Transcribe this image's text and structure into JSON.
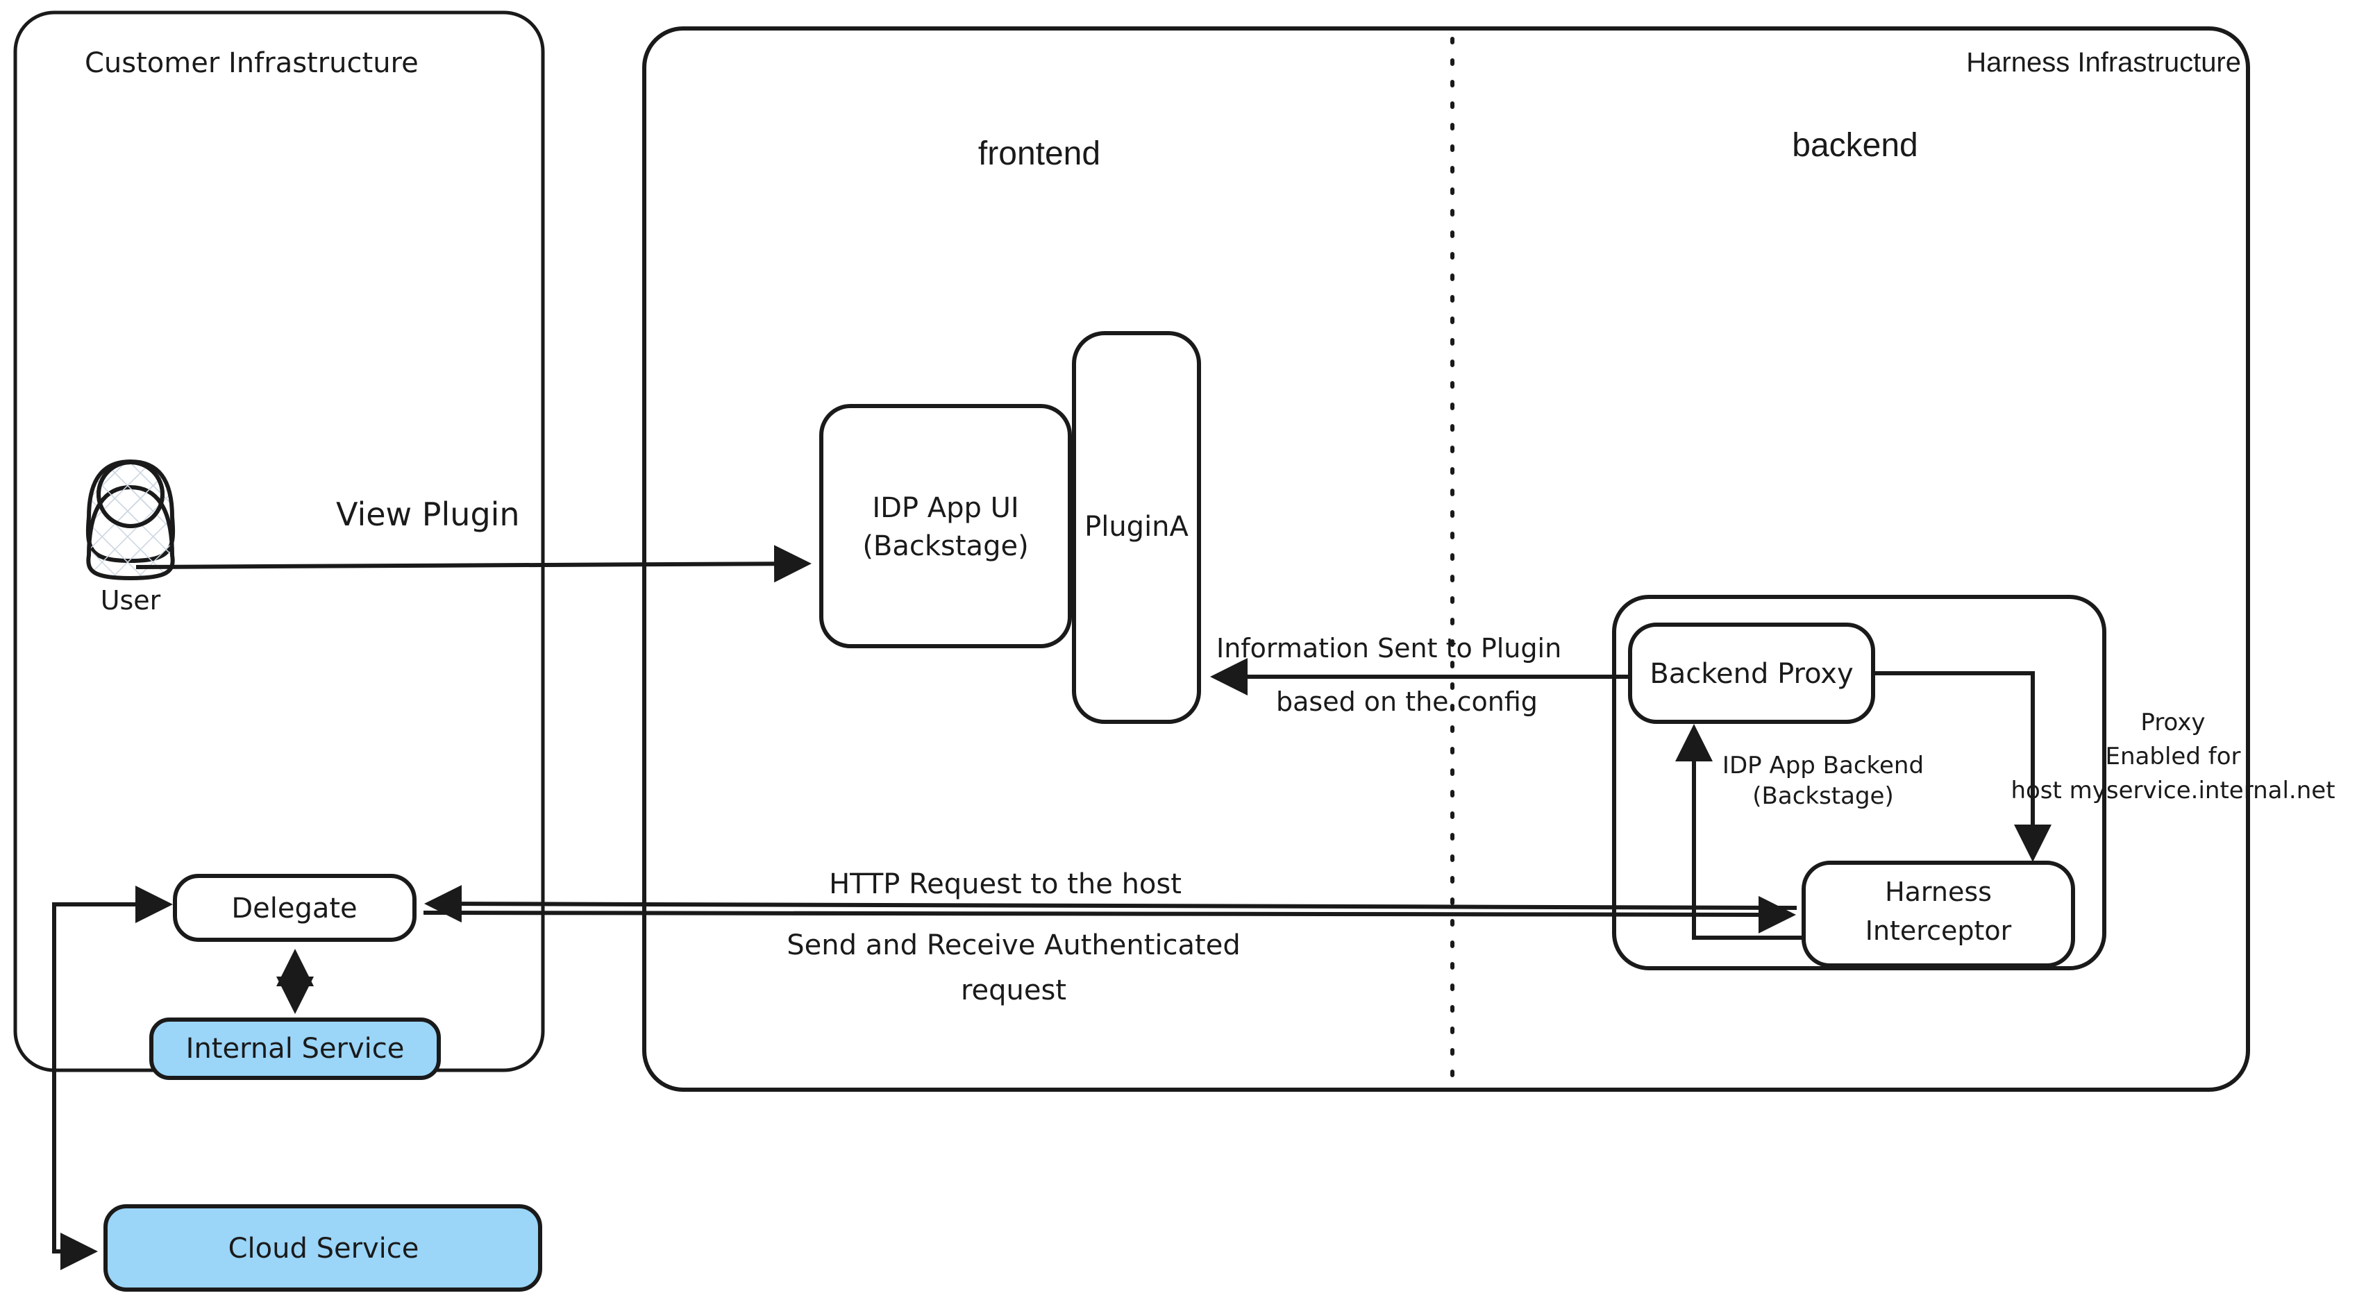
{
  "diagram": {
    "title": "Harness IDP Plugin Proxy Architecture",
    "style": "hand-drawn whiteboard diagram",
    "background_color": "#ffffff",
    "stroke_color": "#1a1a1a",
    "accent_fill": "#9BD5F8"
  },
  "panels": [
    {
      "id": "customer-infrastructure",
      "label": "Customer Infrastructure",
      "font": "handwritten",
      "fill": "#ffffff",
      "stroke": "#1a1a1a"
    },
    {
      "id": "harness-infrastructure",
      "label": "Harness Infrastructure",
      "font": "sans",
      "fill": "#ffffff",
      "stroke": "#1a1a1a"
    }
  ],
  "zones": [
    {
      "id": "frontend",
      "label": "frontend",
      "font": "sans"
    },
    {
      "id": "backend",
      "label": "backend",
      "font": "sans"
    }
  ],
  "divider": {
    "id": "frontend-backend-divider",
    "style": "dotted",
    "orientation": "vertical"
  },
  "actors": [
    {
      "id": "user",
      "label": "User",
      "shape": "person-actor",
      "fill": "cross-hatch"
    }
  ],
  "nodes": [
    {
      "id": "idp-app-ui",
      "label_line1": "IDP App UI",
      "label_line2": "(Backstage)",
      "fill": "#ffffff"
    },
    {
      "id": "plugin-a",
      "label": "PluginA",
      "fill": "#ffffff"
    },
    {
      "id": "idp-app-backend",
      "label_line1": "IDP App Backend",
      "label_line2": "(Backstage)",
      "fill": "#ffffff",
      "role": "container"
    },
    {
      "id": "backend-proxy",
      "label": "Backend Proxy",
      "fill": "#ffffff"
    },
    {
      "id": "harness-interceptor",
      "label_line1": "Harness",
      "label_line2": "Interceptor",
      "fill": "#ffffff"
    },
    {
      "id": "delegate",
      "label": "Delegate",
      "fill": "#ffffff"
    },
    {
      "id": "internal-service",
      "label": "Internal Service",
      "fill": "#9BD5F8"
    },
    {
      "id": "cloud-service",
      "label": "Cloud Service",
      "fill": "#9BD5F8"
    }
  ],
  "edge_labels": {
    "view_plugin": "View Plugin",
    "information_sent_line1": "Information Sent to Plugin",
    "information_sent_line2": "based on the config",
    "http_request": "HTTP Request to the host",
    "send_receive_line1": "Send and Receive Authenticated",
    "send_receive_line2": "request",
    "proxy_enabled_line1": "Proxy",
    "proxy_enabled_line2": "Enabled for",
    "proxy_enabled_line3": "host myservice.internal.net"
  }
}
